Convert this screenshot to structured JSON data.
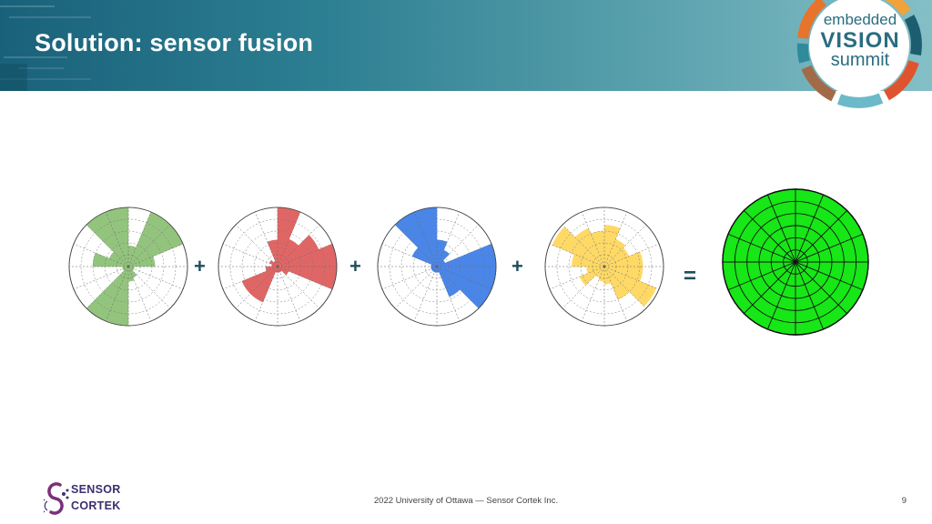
{
  "slide": {
    "title": "Solution: sensor fusion",
    "operators": [
      "+",
      "+",
      "+",
      "="
    ],
    "footer": "2022 University of Ottawa — Sensor Cortek Inc.",
    "page_number": "9"
  },
  "event_logo": {
    "line1": "embedded",
    "line2": "VISION",
    "line3": "summit"
  },
  "brand": {
    "line1": "SENSOR",
    "line2": "CORTEK"
  },
  "colors": {
    "header_dark": "#19617a",
    "header_light": "#84bfc6",
    "green": "#93c47d",
    "red": "#e06666",
    "blue": "#4a86e8",
    "yellow": "#ffd966",
    "fused": "#17e617"
  },
  "chart_data": [
    {
      "type": "polar-bar",
      "series": [
        {
          "color": "#93c47d",
          "values": [
            0.35,
            1.0,
            1.0,
            0.45,
            0.1,
            0.1,
            0.2,
            0.25,
            1.0,
            1.0,
            0.1,
            0.1,
            0.6,
            0.35,
            1.0,
            1.0
          ]
        }
      ]
    },
    {
      "type": "polar-bar",
      "series": [
        {
          "color": "#e06666",
          "values": [
            1.0,
            0.5,
            0.75,
            1.0,
            1.0,
            0.2,
            0.1,
            0.1,
            0.1,
            0.65,
            0.65,
            0.2,
            0.1,
            0.15,
            0.1,
            0.45
          ]
        }
      ]
    },
    {
      "type": "polar-bar",
      "series": [
        {
          "color": "#4a86e8",
          "values": [
            0.45,
            0.3,
            0.15,
            1.0,
            1.0,
            1.0,
            0.55,
            0.1,
            0.1,
            0.1,
            0.1,
            0.1,
            0.1,
            0.45,
            1.0,
            1.0
          ]
        }
      ]
    },
    {
      "type": "polar-bar",
      "series": [
        {
          "color": "#ffd966",
          "values": [
            0.7,
            0.5,
            0.45,
            0.65,
            0.65,
            0.95,
            0.6,
            0.3,
            0.25,
            0.2,
            0.45,
            0.3,
            0.55,
            0.95,
            0.7,
            0.6
          ]
        }
      ]
    },
    {
      "type": "polar-bar",
      "series": [
        {
          "color": "#17e617",
          "values": [
            1,
            1,
            1,
            1,
            1,
            1,
            1,
            1,
            1,
            1,
            1,
            1,
            1,
            1,
            1,
            1
          ]
        }
      ]
    }
  ]
}
